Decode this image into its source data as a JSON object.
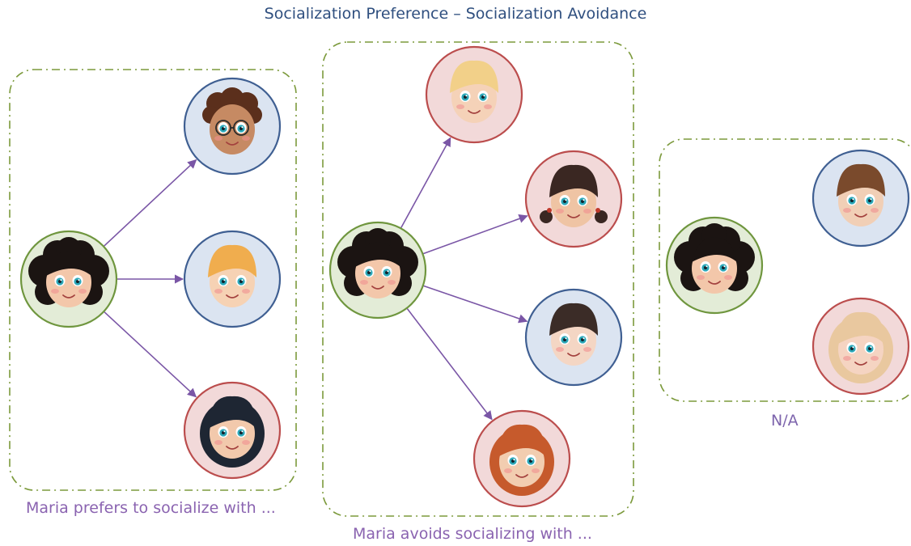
{
  "title": "Socialization Preference – Socialization Avoidance",
  "colors": {
    "title": "#2f4f7f",
    "caption": "#8a63b0",
    "box_border": "#7c9a3c",
    "arrow": "#7a56a6",
    "ring_green": "#6f963e",
    "fill_green": "#e3ecd7",
    "ring_blue": "#3f5f92",
    "fill_blue": "#dbe4f1",
    "ring_red": "#bb4d4d",
    "fill_red": "#f2d9d9"
  },
  "panels": [
    {
      "caption": "Maria prefers to socialize with ...",
      "source": {
        "name": "Maria",
        "ring": "green"
      },
      "targets": [
        {
          "ring": "blue",
          "hair": "brown-curly",
          "glasses": true
        },
        {
          "ring": "blue",
          "hair": "blond-short"
        },
        {
          "ring": "red",
          "hair": "black-bob"
        }
      ]
    },
    {
      "caption": "Maria avoids socializing with ...",
      "source": {
        "name": "Maria",
        "ring": "green"
      },
      "targets": [
        {
          "ring": "red",
          "hair": "blond-bowl"
        },
        {
          "ring": "red",
          "hair": "dark-pigtails"
        },
        {
          "ring": "blue",
          "hair": "dark-spiky"
        },
        {
          "ring": "red",
          "hair": "auburn-long"
        }
      ]
    },
    {
      "caption": "N/A",
      "source": {
        "name": "Maria",
        "ring": "green"
      },
      "targets": [
        {
          "ring": "blue",
          "hair": "brown-short"
        },
        {
          "ring": "red",
          "hair": "blond-long"
        }
      ]
    }
  ]
}
